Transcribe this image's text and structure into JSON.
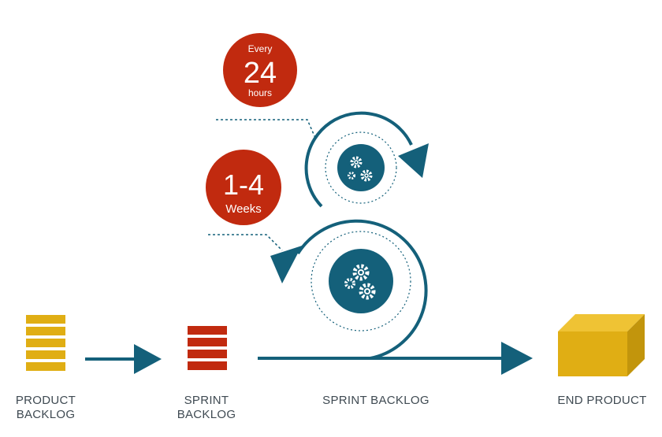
{
  "badges": {
    "daily": {
      "top": "Every",
      "value": "24",
      "bottom": "hours"
    },
    "sprint": {
      "value": "1-4",
      "bottom": "Weeks"
    }
  },
  "labels": {
    "product_backlog": [
      "PRODUCT",
      "BACKLOG"
    ],
    "sprint_backlog_stack": [
      "SPRINT",
      "BACKLOG"
    ],
    "sprint_backlog_line": "SPRINT BACKLOG",
    "end_product": "END PRODUCT"
  },
  "colors": {
    "teal": "#14607a",
    "red": "#c12a0f",
    "gold": "#e0ae14",
    "gold_dark": "#c2950c",
    "text": "#3f4a52"
  }
}
